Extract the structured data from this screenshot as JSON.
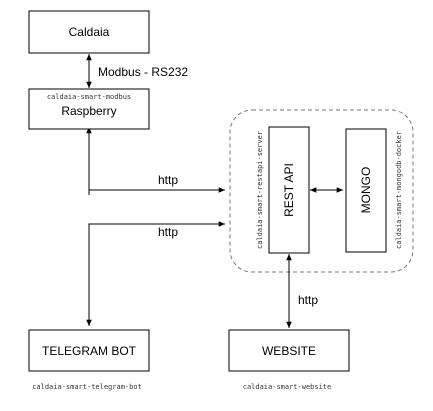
{
  "nodes": {
    "caldaia": "Caldaia",
    "raspberry": "Raspberry",
    "rest_api": "REST API",
    "mongo": "MONGO",
    "telegram_bot": "TELEGRAM BOT",
    "website": "WEBSITE"
  },
  "tags": {
    "modbus": "caldaia-smart-modbus",
    "restapi_server": "caldaia-smart-restapi-server",
    "mongodb_docker": "caldaia-smart-mongodb-docker",
    "telegram_bot": "caldaia-smart-telegram-bot",
    "website": "caldaia-smart-website"
  },
  "edges": {
    "caldaia_raspberry": "Modbus - RS232",
    "raspberry_restapi": "http",
    "telegram_restapi": "http",
    "website_restapi": "http"
  },
  "colors": {
    "stroke": "#000000",
    "group_stroke": "#777777",
    "background": "#ffffff"
  }
}
